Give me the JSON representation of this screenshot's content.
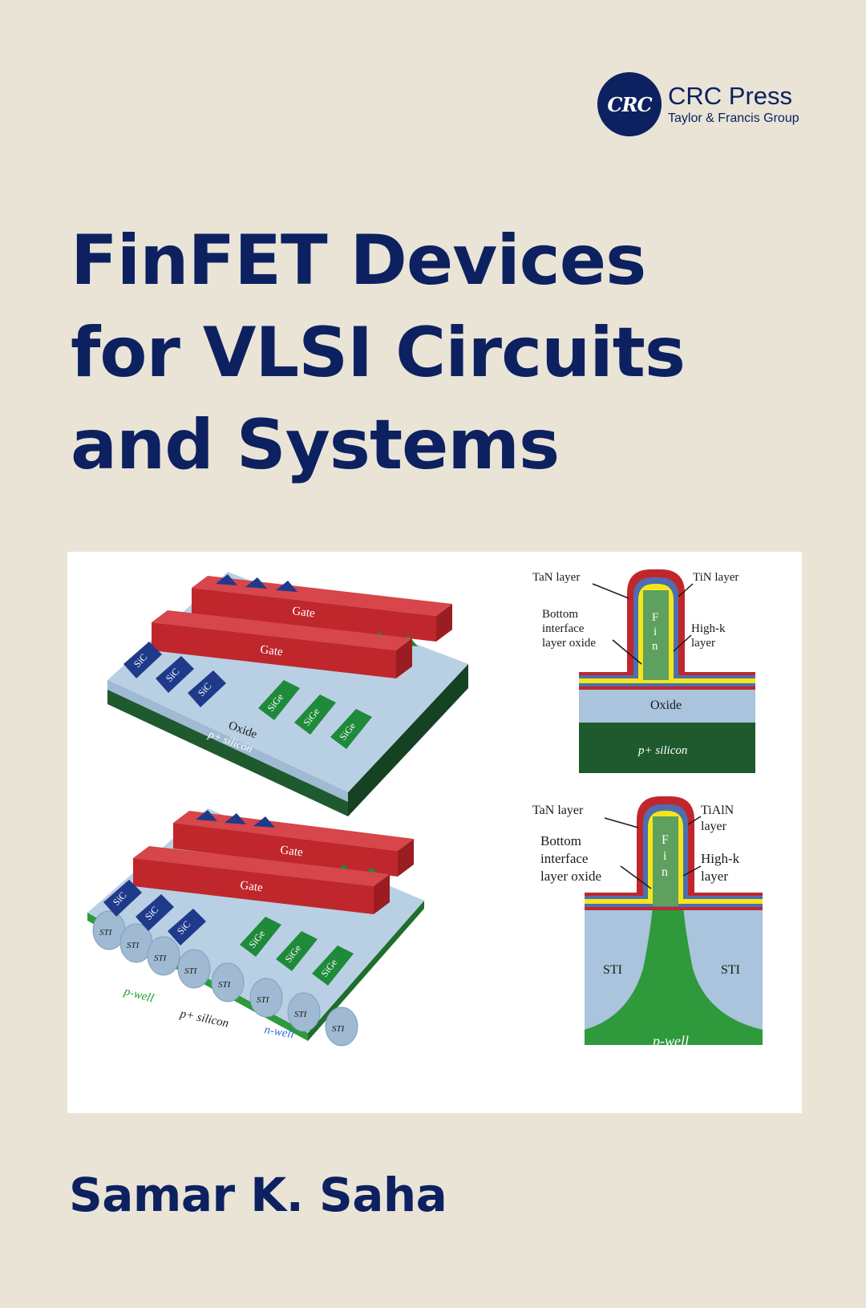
{
  "publisher": {
    "seal_text": "CRC",
    "name": "CRC Press",
    "subtitle": "Taylor & Francis Group"
  },
  "title": {
    "line1": "FinFET Devices",
    "line2": "for VLSI Circuits",
    "line3": "and Systems"
  },
  "author": "Samar K. Saha",
  "figure": {
    "top_3d": {
      "gate_back": "Gate",
      "gate_front": "Gate",
      "sic": [
        "SiC",
        "SiC",
        "SiC"
      ],
      "sige": [
        "SiGe",
        "SiGe",
        "SiGe"
      ],
      "oxide": "Oxide",
      "substrate": "p+ silicon"
    },
    "bottom_3d": {
      "gate_back": "Gate",
      "gate_front": "Gate",
      "sic": [
        "SiC",
        "SiC",
        "SiC"
      ],
      "sige": [
        "SiGe",
        "SiGe",
        "SiGe"
      ],
      "sti": [
        "STI",
        "STI",
        "STI",
        "STI",
        "STI",
        "STI",
        "STI",
        "STI"
      ],
      "pwell": "p-well",
      "substrate": "p+ silicon",
      "nwell": "n-well"
    },
    "top_cross": {
      "tan": "TaN layer",
      "tin": "TiN layer",
      "bottom1": "Bottom",
      "bottom2": "interface",
      "bottom3": "layer oxide",
      "highk1": "High-k",
      "highk2": "layer",
      "fin": [
        "F",
        "i",
        "n"
      ],
      "oxide": "Oxide",
      "substrate": "p+ silicon"
    },
    "bottom_cross": {
      "tan": "TaN layer",
      "tialn1": "TiAlN",
      "tialn2": "layer",
      "bottom1": "Bottom",
      "bottom2": "interface",
      "bottom3": "layer oxide",
      "highk1": "High-k",
      "highk2": "layer",
      "fin": [
        "F",
        "i",
        "n"
      ],
      "sti_left": "STI",
      "sti_right": "STI",
      "pwell": "p-well"
    }
  },
  "colors": {
    "navy": "#0d2161",
    "background": "#e9e4d6",
    "gate": "#c0272d",
    "sic": "#1f3a8a",
    "sige": "#1e8a3a",
    "oxide": "#a9c4dc",
    "substrate": "#1f5a2e"
  }
}
